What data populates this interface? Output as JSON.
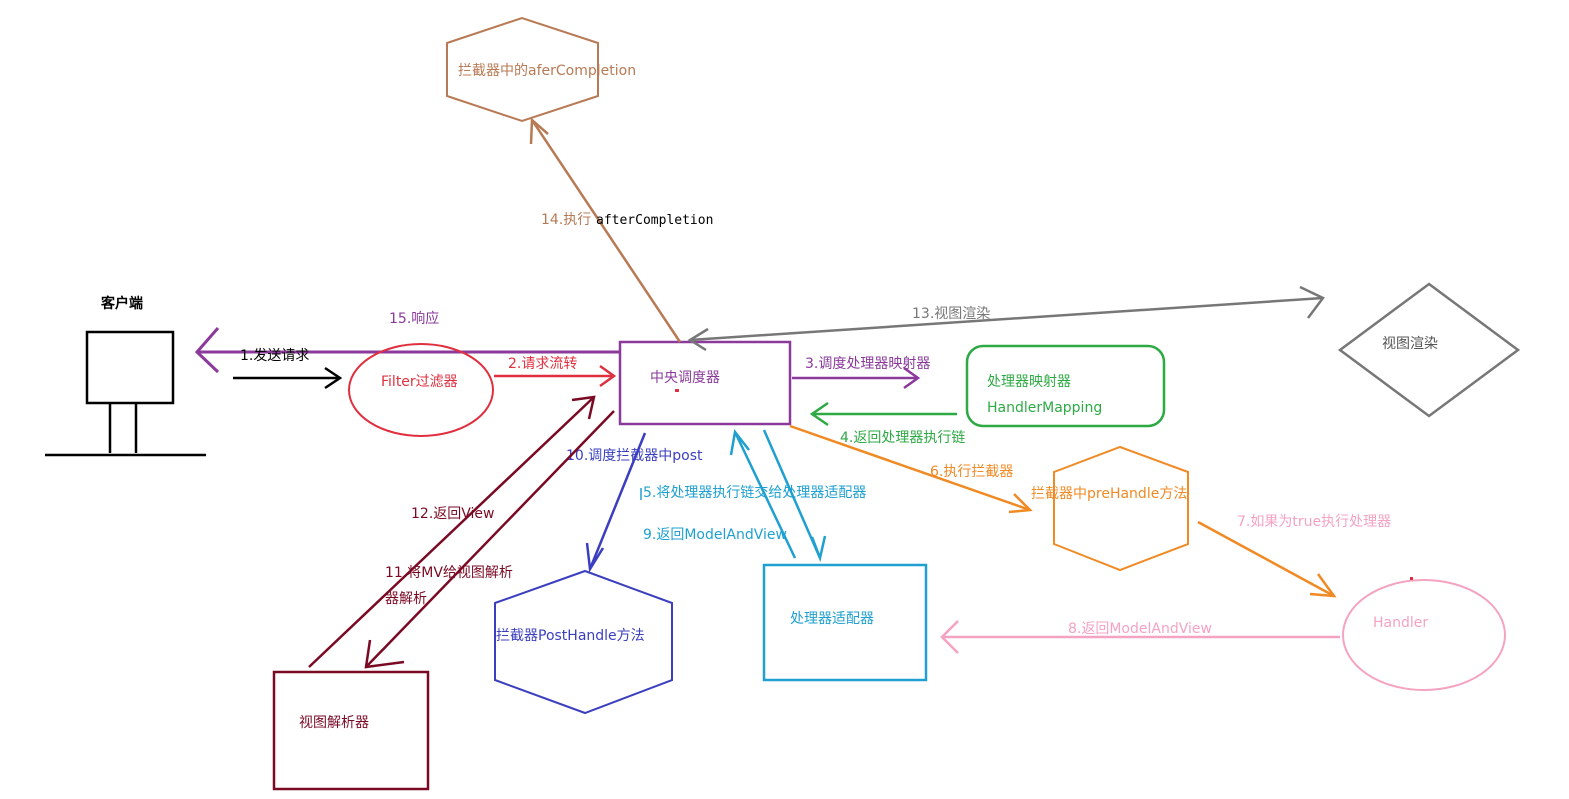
{
  "colors": {
    "black": "#000000",
    "purple": "#8b3a9c",
    "red": "#e03040",
    "green": "#2eaa45",
    "orange": "#f08a24",
    "pink": "#f4a3c0",
    "cyan": "#1fa0d0",
    "blue": "#3b3fbf",
    "maroon": "#7a0a24",
    "brown": "#b87a54",
    "gray": "#777777"
  },
  "nodes": {
    "client": "客户端",
    "filter": "Filter过滤器",
    "dispatcher": "中央调度器",
    "handler_mapping_line1": "处理器映射器",
    "handler_mapping_line2": "HandlerMapping",
    "view_render": "视图渲染",
    "prehandle": "拦截器中preHandle方法",
    "handler": "Handler",
    "handler_adapter": "处理器适配器",
    "posthandle": "拦截器PostHandle方法",
    "view_resolver": "视图解析器",
    "after_completion": "拦截器中的aferCompletion"
  },
  "edges": {
    "e1": "1.发送请求",
    "e2": "2.请求流转",
    "e3": "3.调度处理器映射器",
    "e4": "4.返回处理器执行链",
    "e5": "5.将处理器执行链交给处理器适配器",
    "e6": "6.执行拦截器",
    "e7": "7.如果为true执行处理器",
    "e8": "8.返回ModelAndView",
    "e9": "9.返回ModelAndView",
    "e10": "10.调度拦截器中post",
    "e11_line1": "11.将MV给视图解析",
    "e11_line2": "器解析",
    "e12": "12.返回View",
    "e13": "13.视图渲染",
    "e14_prefix": "14.执行",
    "e14_suffix": "afterCompletion",
    "e15": "15.响应"
  }
}
